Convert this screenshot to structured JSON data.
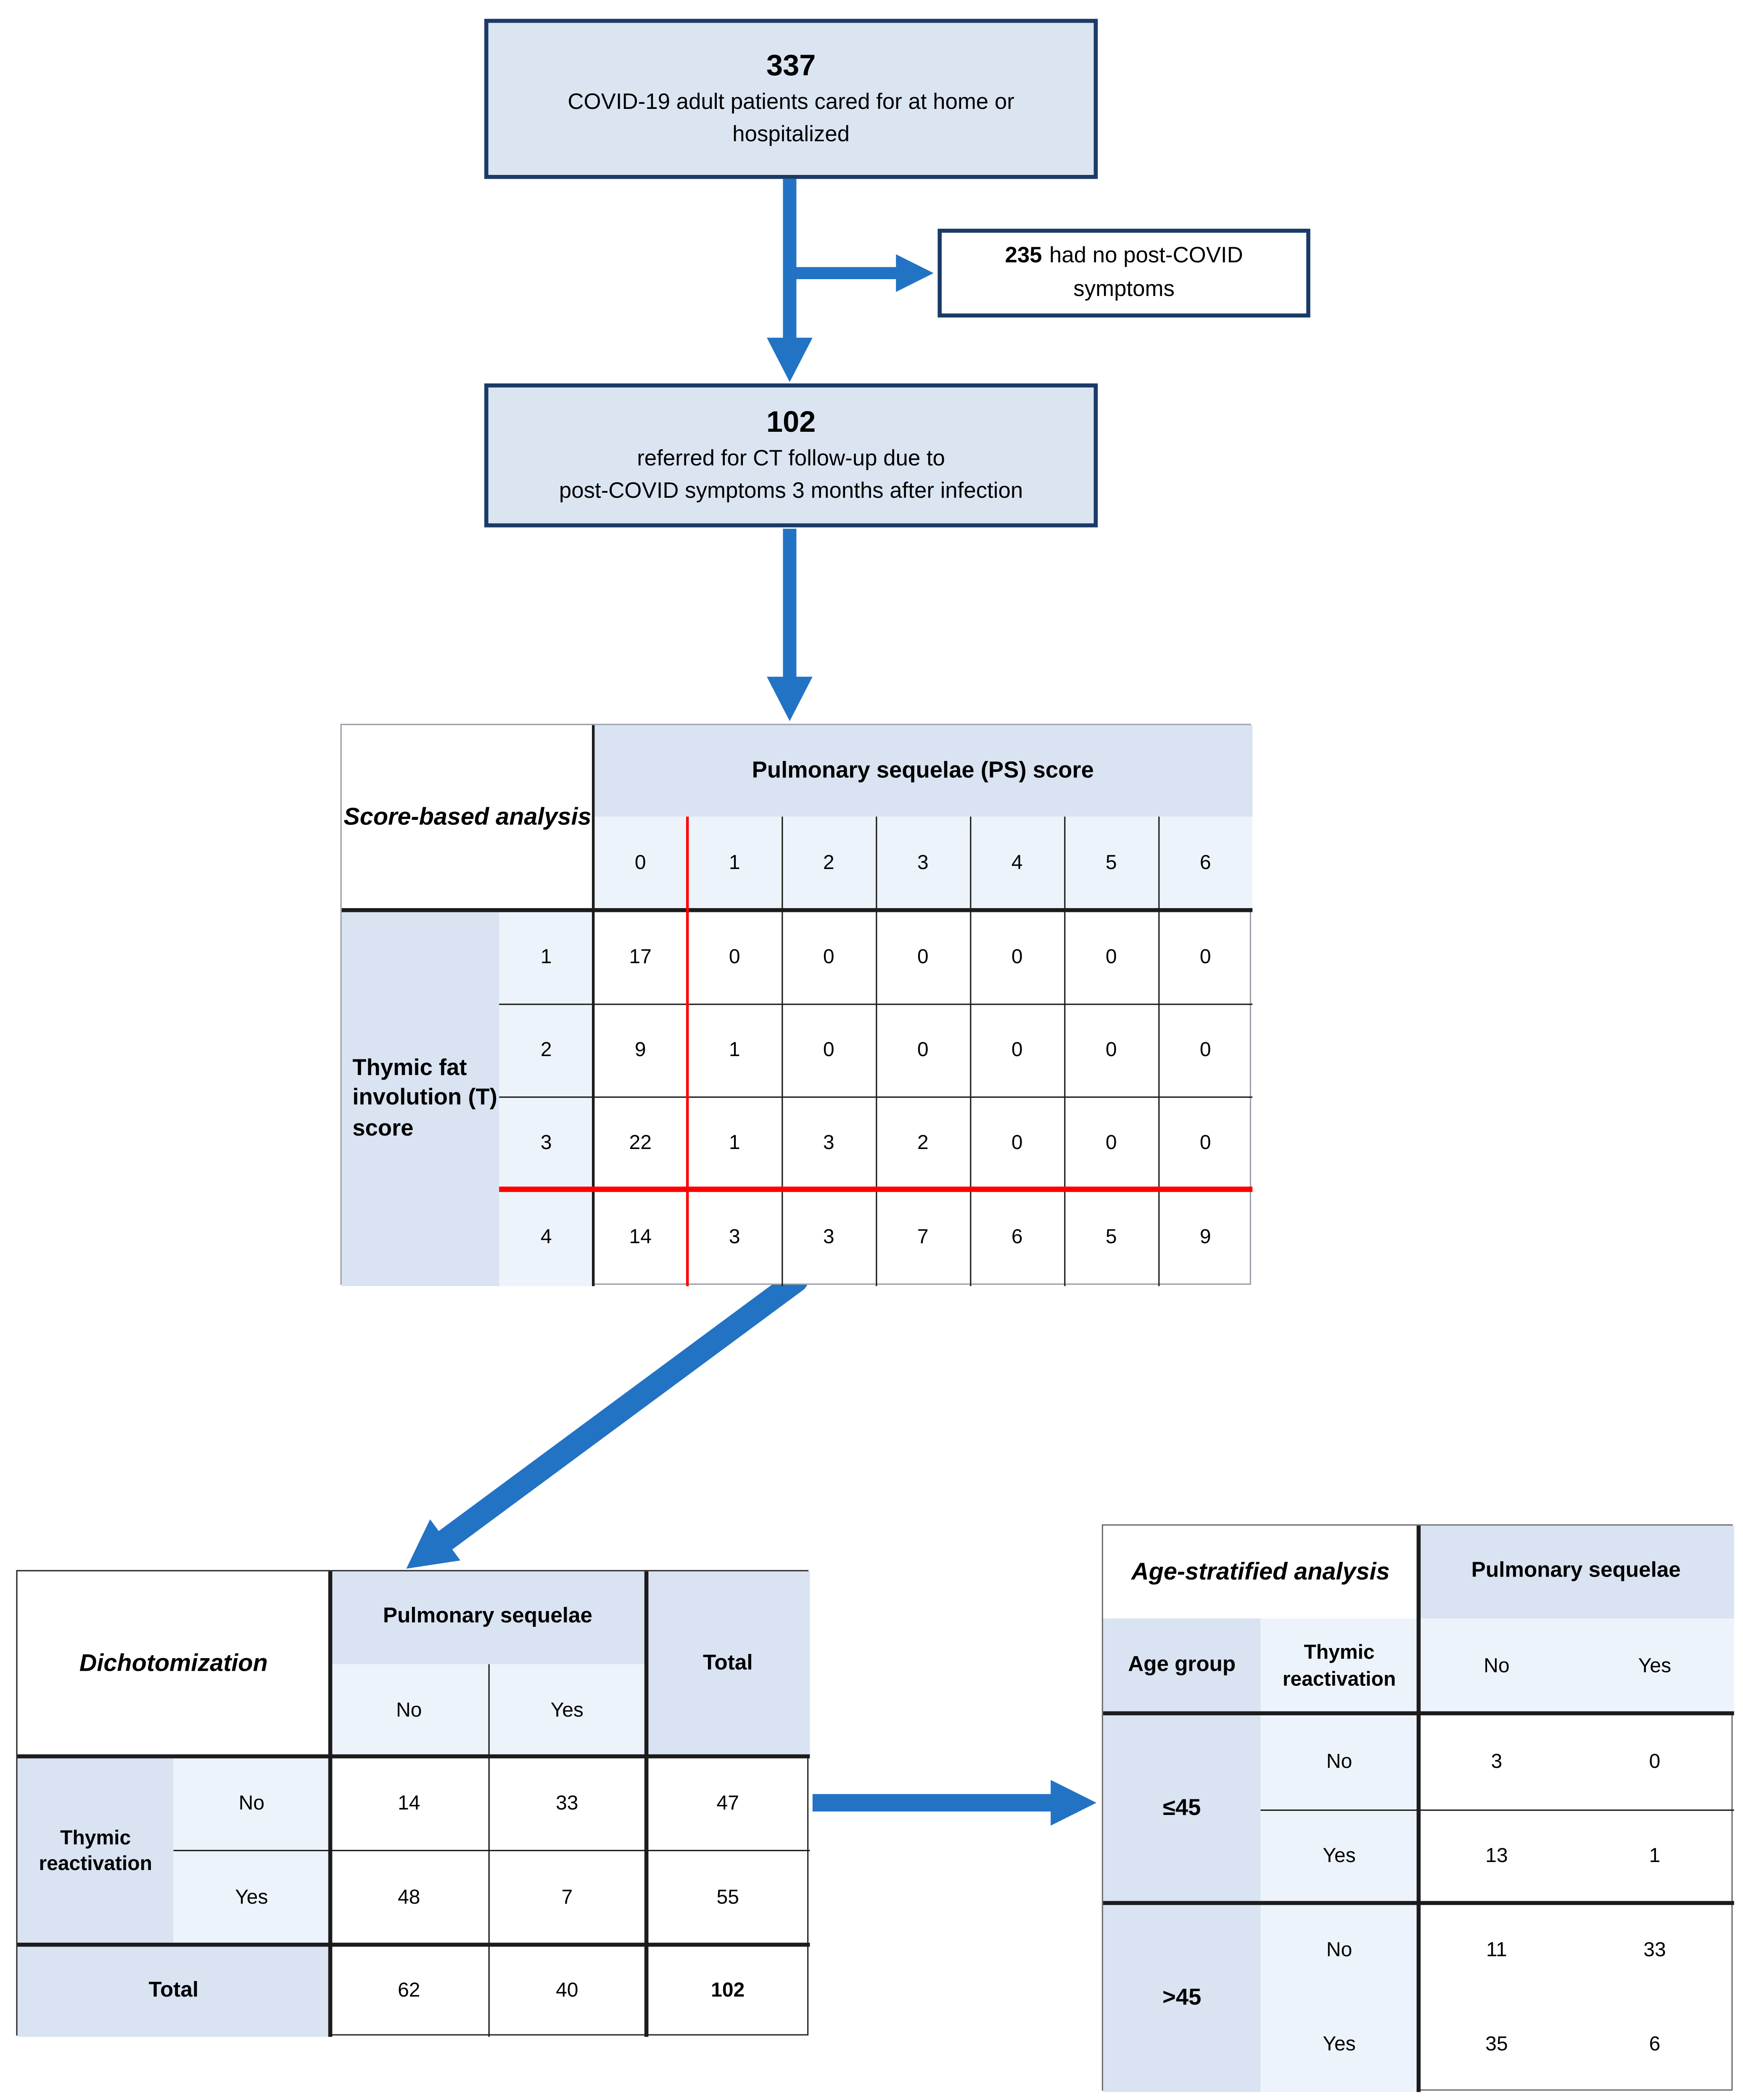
{
  "palette": {
    "box_fill": "#dbe5f2",
    "box_border": "#1b3a66",
    "arrow_blue": "#2273c4",
    "header_blue": "#d9e3f1",
    "light_blue": "#edf3fa",
    "red_line": "#ff0000",
    "grid_black": "#1c1c1c"
  },
  "flow": {
    "box337": {
      "number": "337",
      "line1": "COVID-19 adult patients cared for at home or",
      "line2": "hospitalized"
    },
    "box235": {
      "number": "235",
      "line1_rest": "had no post-COVID",
      "line2": "symptoms"
    },
    "box102": {
      "number": "102",
      "line1": "referred for CT follow-up due to",
      "line2": "post-COVID symptoms 3 months after infection"
    }
  },
  "score_table": {
    "title": "Score-based analysis",
    "col_header": "Pulmonary sequelae (PS) score",
    "col_labels": [
      "0",
      "1",
      "2",
      "3",
      "4",
      "5",
      "6"
    ],
    "row_header": "Thymic fat involution (T) score",
    "row_labels": [
      "1",
      "2",
      "3",
      "4"
    ],
    "rows": [
      [
        "17",
        "0",
        "0",
        "0",
        "0",
        "0",
        "0"
      ],
      [
        "9",
        "1",
        "0",
        "0",
        "0",
        "0",
        "0"
      ],
      [
        "22",
        "1",
        "3",
        "2",
        "0",
        "0",
        "0"
      ],
      [
        "14",
        "3",
        "3",
        "7",
        "6",
        "5",
        "9"
      ]
    ]
  },
  "dicho_table": {
    "title": "Dichotomization",
    "col_group": "Pulmonary sequelae",
    "col_no": "No",
    "col_yes": "Yes",
    "total_col": "Total",
    "row_group": "Thymic reactivation",
    "row_no": "No",
    "row_yes": "Yes",
    "rows": [
      [
        "14",
        "33",
        "47"
      ],
      [
        "48",
        "7",
        "55"
      ]
    ],
    "total_label": "Total",
    "total_row": [
      "62",
      "40",
      "102"
    ]
  },
  "age_table": {
    "title": "Age-stratified analysis",
    "col_group": "Pulmonary sequelae",
    "col_no": "No",
    "col_yes": "Yes",
    "age_header": "Age group",
    "thymic_header": "Thymic reactivation",
    "group1_age": "≤45",
    "group2_age": ">45",
    "row_no": "No",
    "row_yes": "Yes",
    "group1_rows": [
      [
        "3",
        "0"
      ],
      [
        "13",
        "1"
      ]
    ],
    "group2_rows": [
      [
        "11",
        "33"
      ],
      [
        "35",
        "6"
      ]
    ]
  }
}
